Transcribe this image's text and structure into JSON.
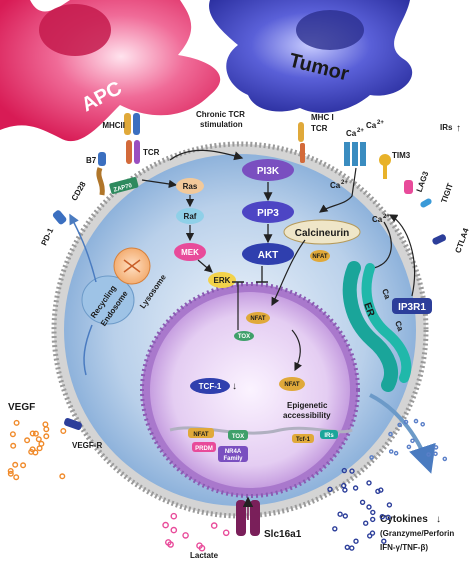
{
  "cells": {
    "apc": "APC",
    "tumor": "Tumor"
  },
  "top_labels": {
    "chronic_tcr": "Chronic TCR",
    "stimulation": "stimulation",
    "mhc1": "MHC I",
    "tcr_right": "TCR",
    "irs": "IRs",
    "irs_arrow": "↑"
  },
  "receptors": {
    "b7": "B7",
    "mhcii": "MHCII",
    "cd28": "CD28",
    "tcr_left": "TCR",
    "zap70": "ZAP70",
    "tim3": "TIM3",
    "lag3": "LAG3",
    "tigit": "TIGIT",
    "ctla4": "CTLA4",
    "pd1": "PD-1",
    "ca_top1": "Ca",
    "ca_top2": "Ca",
    "ca_mid": "Ca",
    "ca_right": "Ca",
    "ca_sup": "2+"
  },
  "pathway": {
    "pi3k": "PI3K",
    "pip3": "PIP3",
    "akt": "AKT",
    "ras": "Ras",
    "raf": "Raf",
    "mek": "MEK",
    "erk": "ERK",
    "calcineurin": "Calcineurin",
    "nfat": "NFAT",
    "er": "ER",
    "ip3r1": "IP3R1",
    "ca_er1": "Ca",
    "ca_er2": "Ca"
  },
  "vesicles": {
    "recycling": "Recycling",
    "endosome": "Endosome",
    "lysosome": "Lysosome"
  },
  "nucleus": {
    "nfat_top": "NFAT",
    "nfat_mid": "NFAT",
    "nfat_bottom": "NFAT",
    "tcf1": "TCF-1",
    "tox": "TOX",
    "tox_small": "TOX",
    "epigenetic": "Epigenetic",
    "accessibility": "accessibility",
    "prdm": "PRDM",
    "nr4a": "NR4A",
    "family": "Family",
    "irs_small": "IRs",
    "tcf_small": "Tcf-1",
    "down_arrow": "↓"
  },
  "outside": {
    "vegf": "VEGF",
    "vegf_r": "VEGF-R",
    "lactate": "Lactate",
    "slc16a1": "Slc16a1",
    "cytokines": "Cytokines",
    "cytokines_arrow": "↓",
    "granzyme": "(Granzyme/Perforin",
    "ifn": "IFN-γ/TNF-β)"
  },
  "colors": {
    "apc": "#e02a62",
    "tumor": "#3a3fb5",
    "cell": "#8fb4dc",
    "nucleus": "#b58fd2",
    "membrane": "#c9c9c9",
    "green_box": "#4caf50",
    "blue_box": "#3f4cc0",
    "purple_box": "#6a3bb0",
    "teal": "#1aa59a",
    "orange_dot": "#f08a2a",
    "pink_dot": "#e84b9a",
    "dark_blue": "#2c3e9a"
  }
}
